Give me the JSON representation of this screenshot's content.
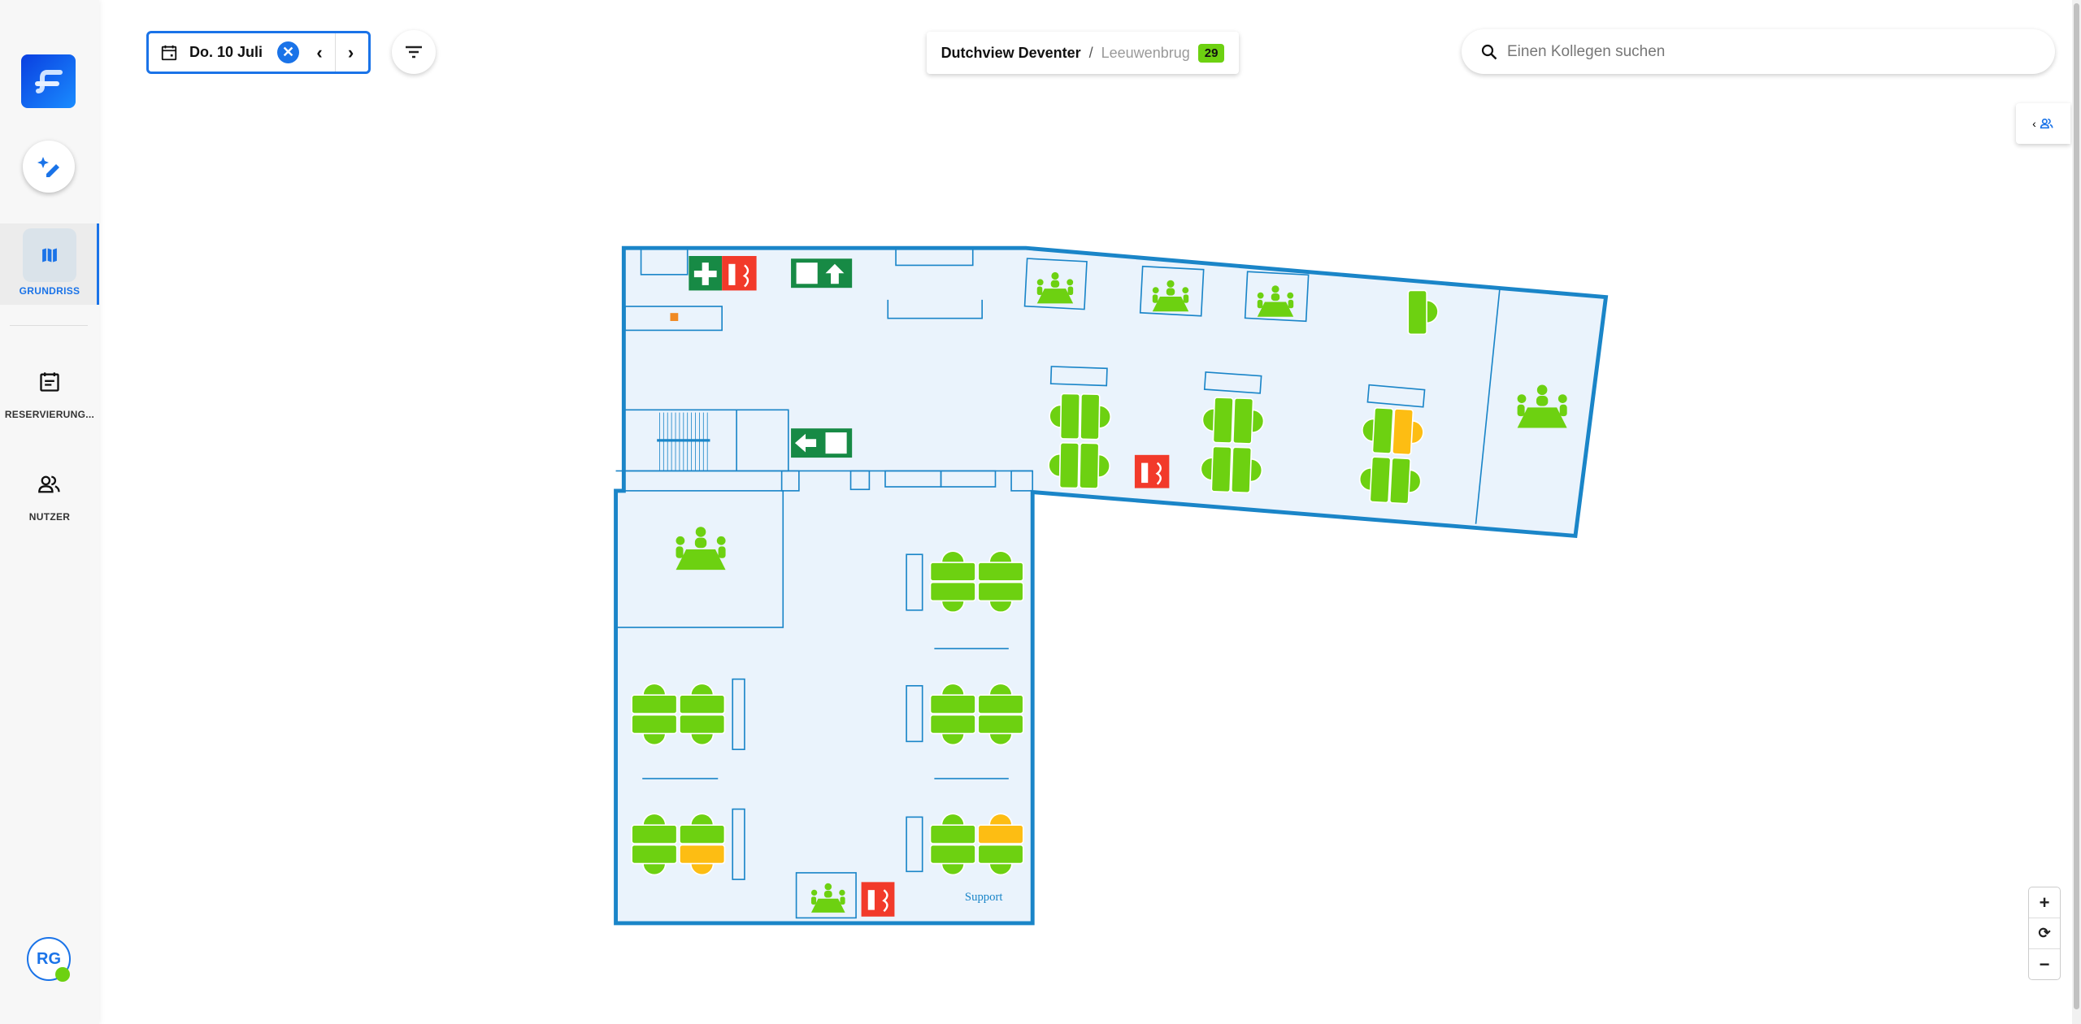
{
  "sidebar": {
    "items": [
      {
        "label": "GRUNDRISS"
      },
      {
        "label": "RESERVIERUNG..."
      },
      {
        "label": "NUTZER"
      }
    ],
    "user_initials": "RG"
  },
  "toolbar": {
    "date": "Do. 10 Juli",
    "prev": "‹",
    "next": "›"
  },
  "breadcrumb": {
    "building": "Dutchview Deventer",
    "separator": "/",
    "floor": "Leeuwenbrug",
    "count": "29"
  },
  "search": {
    "placeholder": "Einen Kollegen suchen"
  },
  "floorplan": {
    "room_label": "Support"
  },
  "zoom": {
    "in": "+",
    "reset": "⟳",
    "out": "−"
  },
  "colors": {
    "accent": "#1a73e8",
    "available": "#6dd111",
    "partial": "#fdbd13",
    "wall": "#1a85c8",
    "floor": "#eaf3fc",
    "sign_green": "#178a45",
    "sign_red": "#f23a2a"
  }
}
